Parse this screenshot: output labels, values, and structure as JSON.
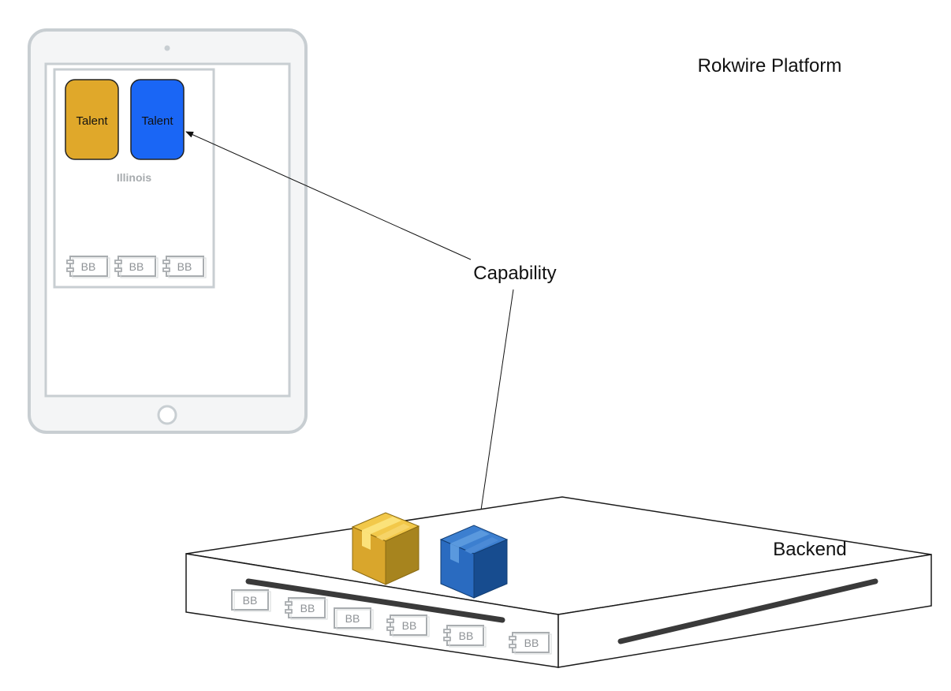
{
  "title": "Rokwire Platform",
  "device": {
    "talents": [
      {
        "label": "Talent",
        "color": "#E0A82A"
      },
      {
        "label": "Talent",
        "color": "#1A66F5"
      }
    ],
    "app_name": "Illinois",
    "building_blocks": [
      "BB",
      "BB",
      "BB"
    ]
  },
  "capability_label": "Capability",
  "backend": {
    "label": "Backend",
    "building_blocks": [
      "BB",
      "BB",
      "BB",
      "BB",
      "BB",
      "BB"
    ],
    "capabilities": [
      {
        "name": "yellow-capability-box",
        "color": "#D9A62C"
      },
      {
        "name": "blue-capability-box",
        "color": "#2A6BC0"
      }
    ]
  },
  "colors": {
    "device_frame": "#DFE3E6",
    "device_border": "#C6CCD0",
    "bb_border": "#A9ADB0",
    "bb_text": "#8E9296",
    "app_name": "#A7ABAE"
  }
}
